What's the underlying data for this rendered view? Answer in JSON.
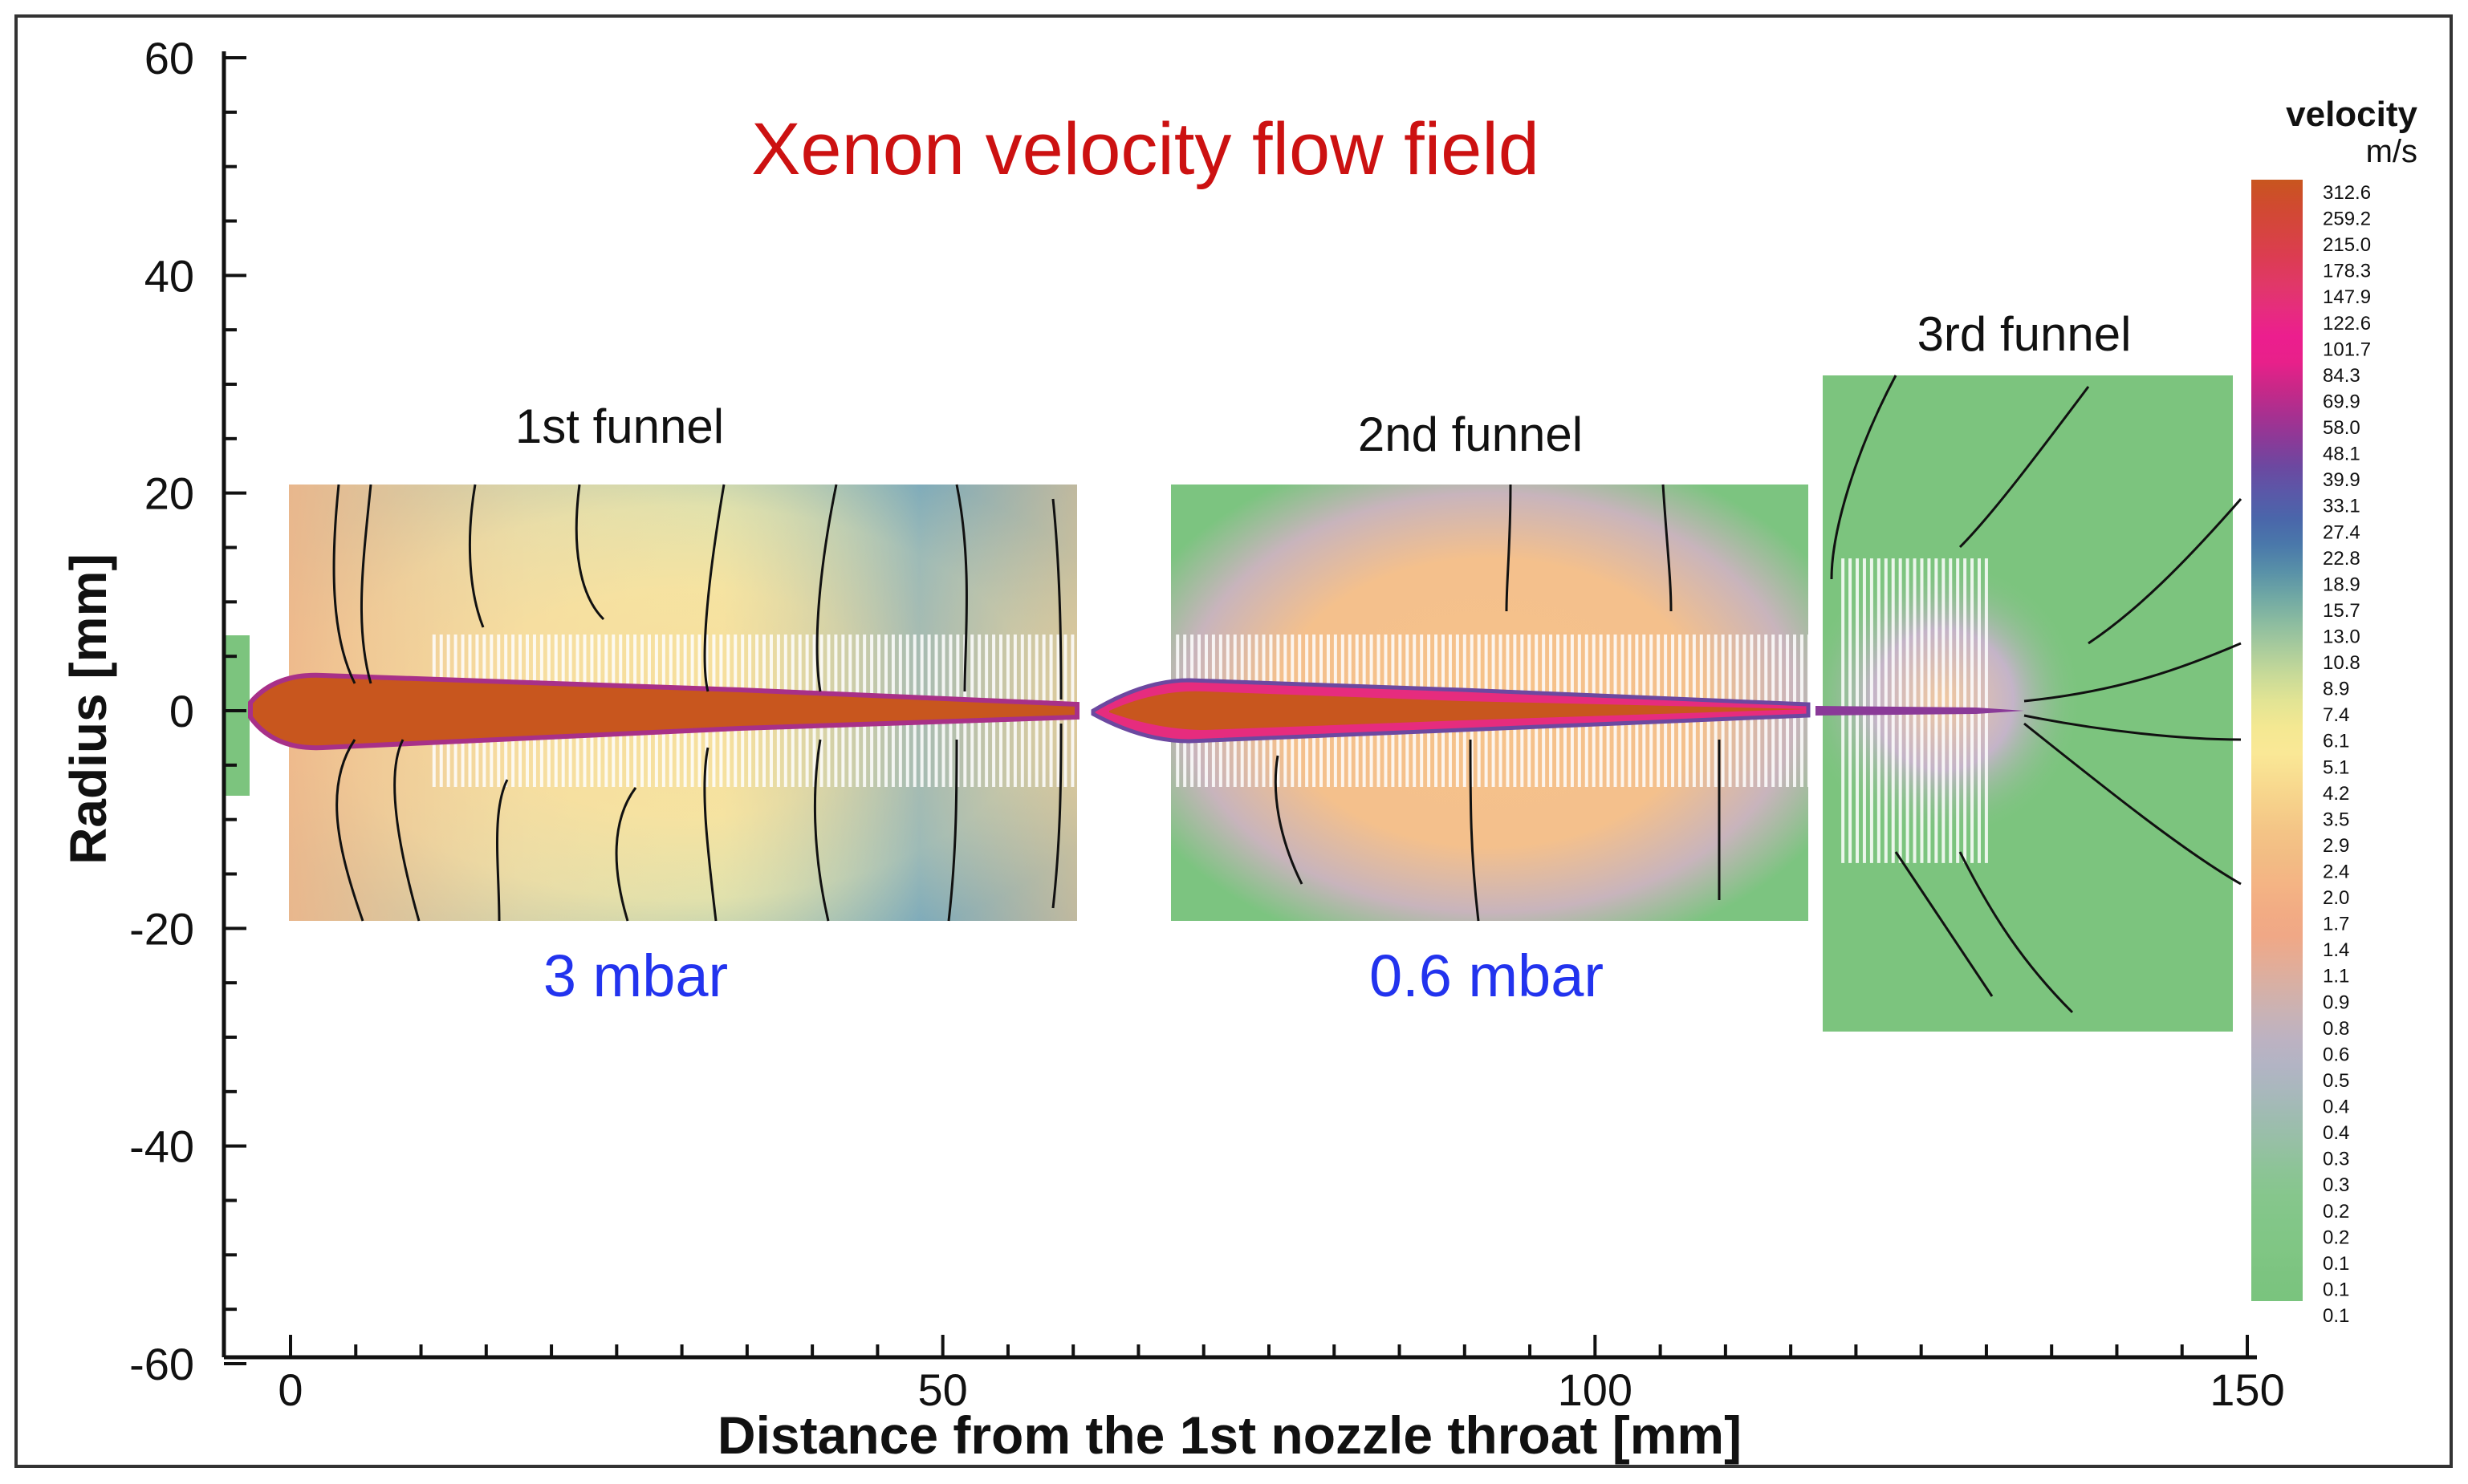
{
  "chart_data": {
    "type": "heatmap",
    "title": "Xenon velocity flow field",
    "xlabel": "Distance from the 1st nozzle throat  [mm]",
    "ylabel": "Radius  [mm]",
    "xlim": [
      -4,
      150
    ],
    "ylim": [
      -60,
      60
    ],
    "x_ticks": [
      0,
      50,
      100,
      150
    ],
    "x_tick_labels": [
      "0",
      "50",
      "100",
      "150"
    ],
    "y_ticks": [
      60,
      40,
      20,
      0,
      -20,
      -40,
      -60
    ],
    "y_tick_labels": [
      "60",
      "40",
      "20",
      "0",
      "-20",
      "-40",
      "-60"
    ],
    "colorbar": {
      "title": "velocity",
      "unit": "m/s",
      "levels": [
        "312.6",
        "259.2",
        "215.0",
        "178.3",
        "147.9",
        "122.6",
        "101.7",
        "84.3",
        "69.9",
        "58.0",
        "48.1",
        "39.9",
        "33.1",
        "27.4",
        "22.8",
        "18.9",
        "15.7",
        "13.0",
        "10.8",
        "8.9",
        "7.4",
        "6.1",
        "5.1",
        "4.2",
        "3.5",
        "2.9",
        "2.4",
        "2.0",
        "1.7",
        "1.4",
        "1.1",
        "0.9",
        "0.8",
        "0.6",
        "0.5",
        "0.4",
        "0.4",
        "0.3",
        "0.3",
        "0.2",
        "0.2",
        "0.1",
        "0.1",
        "0.1"
      ],
      "colors": [
        "#c8561e",
        "#d04a30",
        "#d64440",
        "#dc3c52",
        "#e03868",
        "#e62c7e",
        "#ec1e8e",
        "#e8208a",
        "#c82888",
        "#a83090",
        "#8a3a98",
        "#6c48a0",
        "#5a58a8",
        "#4a66aa",
        "#4a78aa",
        "#5890a8",
        "#70a8a4",
        "#8cbca0",
        "#aacc9c",
        "#c8da98",
        "#e2e494",
        "#f4e892",
        "#fae896",
        "#f8dc90",
        "#f6d08a",
        "#f4c486",
        "#f2bc84",
        "#f4b484",
        "#f2ac84",
        "#f0a886",
        "#e4ac96",
        "#d6b0a6",
        "#c8b2b6",
        "#bcb2c2",
        "#b2b4c4",
        "#a8b8bc",
        "#9ebcb0",
        "#96c0a4",
        "#8cc496",
        "#86c68c",
        "#82c688",
        "#80c684",
        "#7cc480",
        "#7ac47e"
      ]
    },
    "regions": [
      {
        "name": "1st funnel",
        "x": [
          1,
          61
        ],
        "y": [
          -20,
          20
        ],
        "pressure": "3 mbar"
      },
      {
        "name": "2nd funnel",
        "x": [
          68,
          117
        ],
        "y": [
          -20,
          20
        ],
        "pressure": "0.6 mbar"
      },
      {
        "name": "3rd funnel",
        "x": [
          118,
          150
        ],
        "y": [
          -30,
          30
        ]
      }
    ],
    "annotations": [
      "1st funnel",
      "2nd funnel",
      "3rd funnel",
      "3 mbar",
      "0.6 mbar"
    ],
    "colors": {
      "title": "#cc1111",
      "pressure": "#2233ee",
      "jet": "#c8561e",
      "background_gas": "#7cc47e"
    },
    "grid": false
  }
}
